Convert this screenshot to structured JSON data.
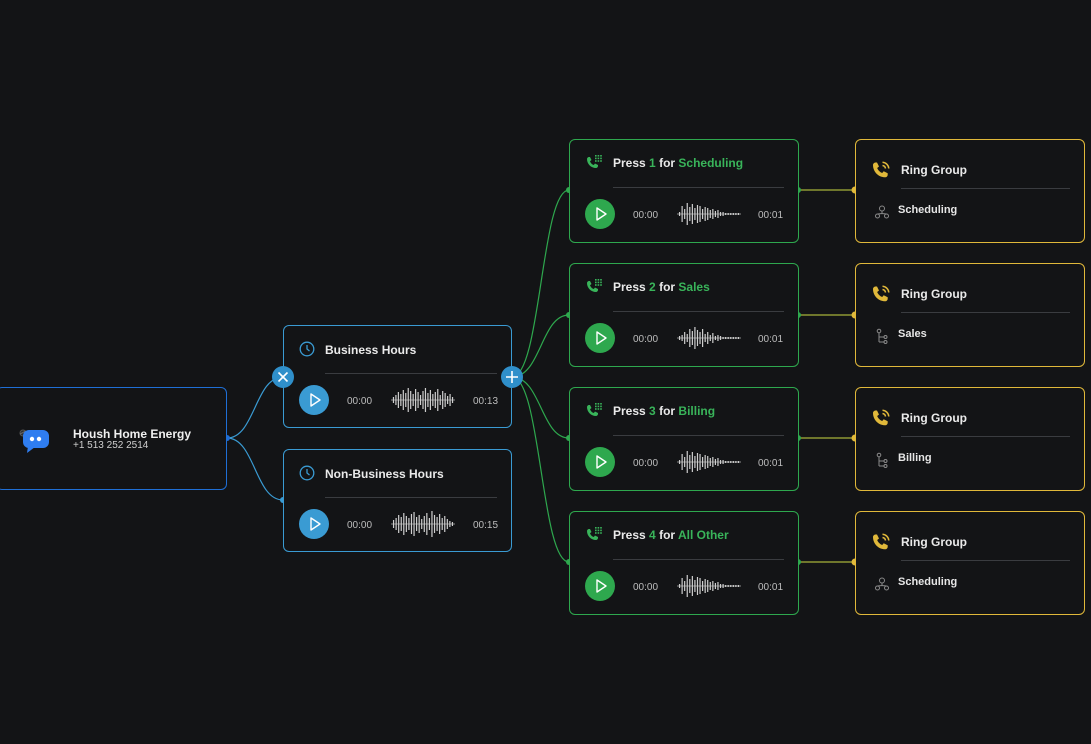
{
  "colors": {
    "background": "#131416",
    "root_border": "#1f6fd6",
    "hours_accent": "#3a9bd3",
    "menu_accent": "#2ea84e",
    "ring_accent": "#e0b83a"
  },
  "root": {
    "icon": "chat-bot-icon",
    "company": "Housh Home Energy",
    "phone": "+1 513 252 2514"
  },
  "hours": [
    {
      "title": "Business Hours",
      "icon": "clock-icon",
      "time_start": "00:00",
      "time_end": "00:13"
    },
    {
      "title": "Non-Business Hours",
      "icon": "clock-icon",
      "time_start": "00:00",
      "time_end": "00:15"
    }
  ],
  "connectors": {
    "remove_icon": "close-icon",
    "add_icon": "plus-icon"
  },
  "menu_options": [
    {
      "prefix": "Press",
      "digit": "1",
      "mid": "for",
      "label": "Scheduling",
      "time_start": "00:00",
      "time_end": "00:01"
    },
    {
      "prefix": "Press",
      "digit": "2",
      "mid": "for",
      "label": "Sales",
      "time_start": "00:00",
      "time_end": "00:01"
    },
    {
      "prefix": "Press",
      "digit": "3",
      "mid": "for",
      "label": "Billing",
      "time_start": "00:00",
      "time_end": "00:01"
    },
    {
      "prefix": "Press",
      "digit": "4",
      "mid": "for",
      "label": "All Other",
      "time_start": "00:00",
      "time_end": "00:01"
    }
  ],
  "ring_groups": [
    {
      "title": "Ring Group",
      "target": "Scheduling",
      "target_icon": "team-icon"
    },
    {
      "title": "Ring Group",
      "target": "Sales",
      "target_icon": "branch-icon"
    },
    {
      "title": "Ring Group",
      "target": "Billing",
      "target_icon": "branch-icon"
    },
    {
      "title": "Ring Group",
      "target": "Scheduling",
      "target_icon": "team-icon"
    }
  ]
}
